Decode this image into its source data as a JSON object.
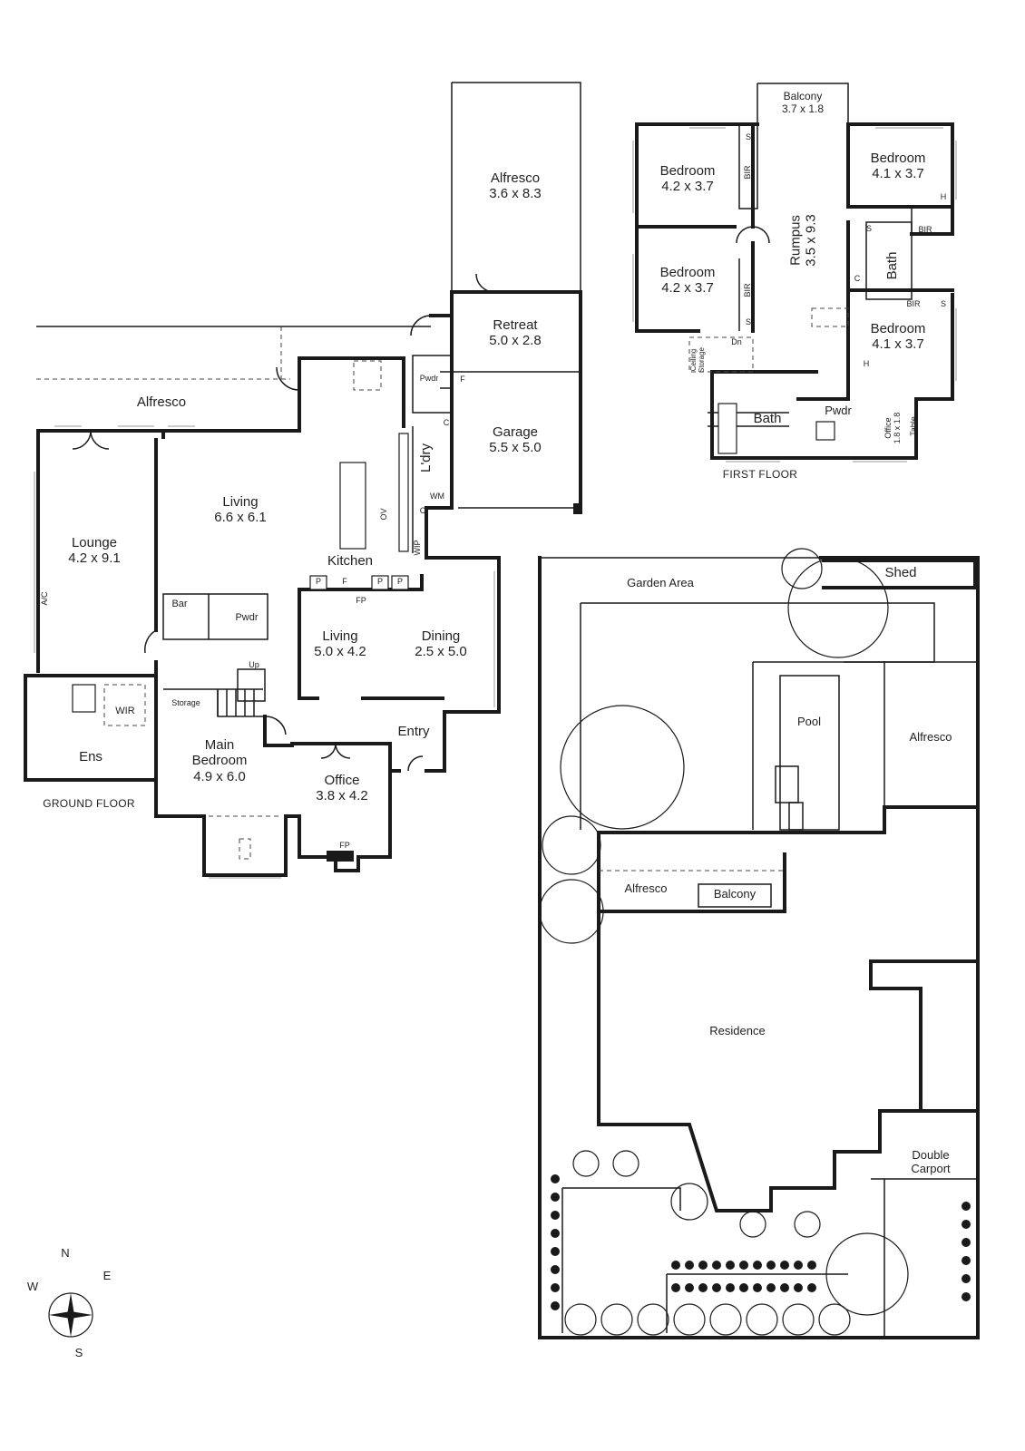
{
  "ground_floor": {
    "caption": "GROUND FLOOR",
    "rooms": {
      "alfresco_top": {
        "name": "Alfresco",
        "dims": "3.6 x 8.3"
      },
      "retreat": {
        "name": "Retreat",
        "dims": "5.0 x 2.8"
      },
      "garage": {
        "name": "Garage",
        "dims": "5.5 x 5.0"
      },
      "alfresco_west": {
        "name": "Alfresco"
      },
      "living_main": {
        "name": "Living",
        "dims": "6.6 x 6.1"
      },
      "lounge": {
        "name": "Lounge",
        "dims": "4.2 x 9.1"
      },
      "kitchen": {
        "name": "Kitchen"
      },
      "laundry": {
        "name": "L'dry"
      },
      "living_second": {
        "name": "Living",
        "dims": "5.0 x 4.2"
      },
      "dining": {
        "name": "Dining",
        "dims": "2.5 x 5.0"
      },
      "entry": {
        "name": "Entry"
      },
      "main_bedroom": {
        "name": "Main Bedroom",
        "dims": "4.9 x 6.0"
      },
      "office": {
        "name": "Office",
        "dims": "3.8 x 4.2"
      },
      "ensuite": {
        "name": "Ens"
      },
      "wir": {
        "name": "WIR"
      },
      "storage": {
        "name": "Storage"
      },
      "bar": {
        "name": "Bar"
      },
      "powder": {
        "name": "Pwdr"
      },
      "powder_small": {
        "name": "Pwdr"
      }
    },
    "labels": {
      "ac": "A/C",
      "wm": "WM",
      "wip": "WIP",
      "up": "Up",
      "fp": "FP",
      "fp_office": "FP",
      "pantry": "P",
      "fridge": "F",
      "cupboard": "C",
      "ov": "OV",
      "f_small": "F"
    }
  },
  "first_floor": {
    "caption": "FIRST FLOOR",
    "rooms": {
      "balcony": {
        "name": "Balcony",
        "dims": "3.7 x 1.8"
      },
      "bedroom_nw": {
        "name": "Bedroom",
        "dims": "4.2 x 3.7"
      },
      "bedroom_w": {
        "name": "Bedroom",
        "dims": "4.2 x 3.7"
      },
      "bedroom_ne": {
        "name": "Bedroom",
        "dims": "4.1 x 3.7"
      },
      "bedroom_e": {
        "name": "Bedroom",
        "dims": "4.1 x 3.7"
      },
      "rumpus": {
        "name": "Rumpus",
        "dims": "3.5 x 9.3"
      },
      "bath_upper": {
        "name": "Bath"
      },
      "bath_lower": {
        "name": "Bath"
      },
      "powder": {
        "name": "Pwdr"
      },
      "office": {
        "name": "Office",
        "dims": "1.8 x 1.8"
      },
      "ceiling_storage": {
        "name": "Ceiling Storage"
      }
    },
    "labels": {
      "bir": "BIR",
      "s": "S",
      "c": "C",
      "h": "H",
      "dn": "Dn",
      "table": "Table"
    }
  },
  "site_plan": {
    "shed": "Shed",
    "garden_area": "Garden Area",
    "pool": "Pool",
    "alfresco_east": "Alfresco",
    "alfresco": "Alfresco",
    "balcony": "Balcony",
    "residence": "Residence",
    "double_carport": "Double Carport"
  },
  "compass": {
    "n": "N",
    "s": "S",
    "e": "E",
    "w": "W"
  }
}
